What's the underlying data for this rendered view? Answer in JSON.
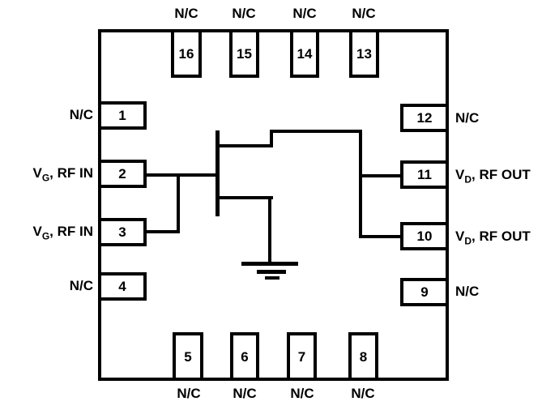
{
  "diagram": {
    "type": "ic-package-pinout",
    "pin_count": 16,
    "colors": {
      "line": "#000000",
      "background": "#ffffff",
      "text": "#000000"
    },
    "symbols": {
      "transistor": "fet-symbol",
      "ground": "ground-symbol"
    }
  },
  "pins": {
    "top": [
      {
        "number": "16",
        "label": "N/C"
      },
      {
        "number": "15",
        "label": "N/C"
      },
      {
        "number": "14",
        "label": "N/C"
      },
      {
        "number": "13",
        "label": "N/C"
      }
    ],
    "bottom": [
      {
        "number": "5",
        "label": "N/C"
      },
      {
        "number": "6",
        "label": "N/C"
      },
      {
        "number": "7",
        "label": "N/C"
      },
      {
        "number": "8",
        "label": "N/C"
      }
    ],
    "left": [
      {
        "number": "1",
        "label": "N/C"
      },
      {
        "number": "2",
        "label_prefix": "V",
        "label_sub": "G",
        "label_rest": ", RF IN"
      },
      {
        "number": "3",
        "label_prefix": "V",
        "label_sub": "G",
        "label_rest": ", RF IN"
      },
      {
        "number": "4",
        "label": "N/C"
      }
    ],
    "right": [
      {
        "number": "12",
        "label": "N/C"
      },
      {
        "number": "11",
        "label_prefix": "V",
        "label_sub": "D",
        "label_rest": ", RF OUT"
      },
      {
        "number": "10",
        "label_prefix": "V",
        "label_sub": "D",
        "label_rest": ", RF OUT"
      },
      {
        "number": "9",
        "label": "N/C"
      }
    ]
  }
}
